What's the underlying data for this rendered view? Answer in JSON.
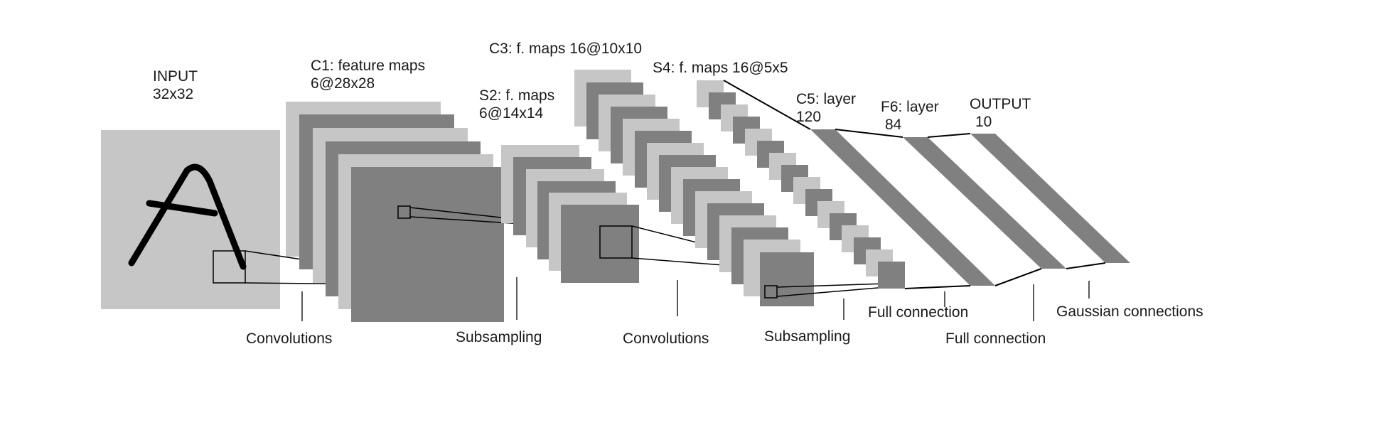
{
  "layers": {
    "input": {
      "title": "INPUT",
      "size": "32x32"
    },
    "c1": {
      "title": "C1: feature maps",
      "size": "6@28x28"
    },
    "s2": {
      "title": "S2: f. maps",
      "size": "6@14x14"
    },
    "c3": {
      "title": "C3: f. maps 16@10x10"
    },
    "s4": {
      "title": "S4: f. maps 16@5x5"
    },
    "c5": {
      "title": "C5: layer",
      "size": "120"
    },
    "f6": {
      "title": "F6: layer",
      "size": "84"
    },
    "output": {
      "title": "OUTPUT",
      "size": "10"
    }
  },
  "operations": {
    "convolutions_1": "Convolutions",
    "subsampling_1": "Subsampling",
    "convolutions_2": "Convolutions",
    "subsampling_2": "Subsampling",
    "full_connection_1": "Full connection",
    "full_connection_2": "Full connection",
    "gaussian": "Gaussian connections"
  },
  "input_glyph": "A",
  "colors": {
    "light_map": "#c6c6c6",
    "dark_map": "#808080",
    "lines": "#000000"
  }
}
